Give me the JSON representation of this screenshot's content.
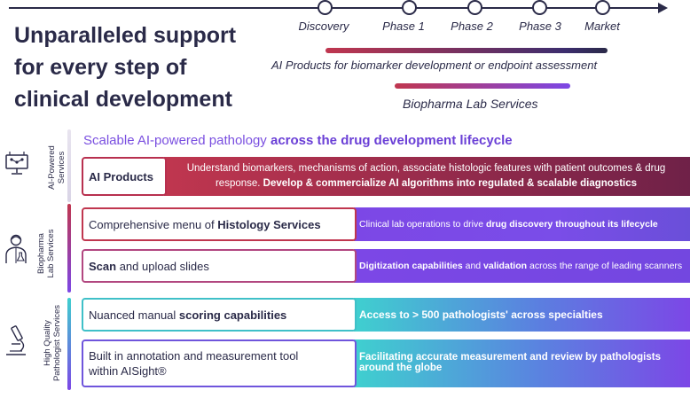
{
  "headline": {
    "line1": "Unparalleled support",
    "line2": "for every step of",
    "line3": "clinical development"
  },
  "timeline": {
    "phases": [
      "Discovery",
      "Phase 1",
      "Phase 2",
      "Phase 3",
      "Market"
    ],
    "ai_products_span_label": "AI Products for biomarker development or endpoint assessment",
    "lab_services_span_label": "Biopharma Lab Services"
  },
  "sections": {
    "ai_powered": {
      "side_label_line1": "AI-Powered",
      "side_label_line2": "Services",
      "icon": "computer-network-icon",
      "title_plain": "Scalable AI-powered pathology ",
      "title_bold": "across the drug development lifecycle",
      "row": {
        "label": "AI Products",
        "desc_plain": "Understand biomarkers, mechanisms of action, associate histologic features with patient outcomes & drug response. ",
        "desc_bold": "Develop & commercialize AI algorithms into regulated & scalable diagnostics"
      }
    },
    "biopharma_lab": {
      "side_label_line1": "Biopharma",
      "side_label_line2": "Lab Services",
      "icon": "lab-scientist-icon",
      "rows": [
        {
          "label_plain": "Comprehensive menu of ",
          "label_bold": "Histology Services",
          "desc_plain": "Clinical lab operations to drive ",
          "desc_bold": "drug discovery throughout its lifecycle"
        },
        {
          "label_bold": "Scan",
          "label_plain": " and upload slides",
          "desc_bold1": "Digitization capabilities",
          "desc_plain1": " and ",
          "desc_bold2": "validation",
          "desc_plain2": " across the range of leading scanners"
        }
      ]
    },
    "pathologist": {
      "side_label_line1": "High Quality",
      "side_label_line2": "Pathologist Services",
      "icon": "microscope-icon",
      "rows": [
        {
          "label_plain": "Nuanced manual ",
          "label_bold": "scoring capabilities",
          "desc_bold": "Access to > 500 pathologists' across specialties"
        },
        {
          "label": "Built in annotation and measurement tool within AISight®",
          "desc_bold": "Facilitating accurate measurement and review by pathologists around the globe"
        }
      ]
    }
  },
  "colors": {
    "navy": "#2a2a48",
    "crimson": "#c0364f",
    "purple": "#7c47e6",
    "teal": "#3fd0cf"
  }
}
